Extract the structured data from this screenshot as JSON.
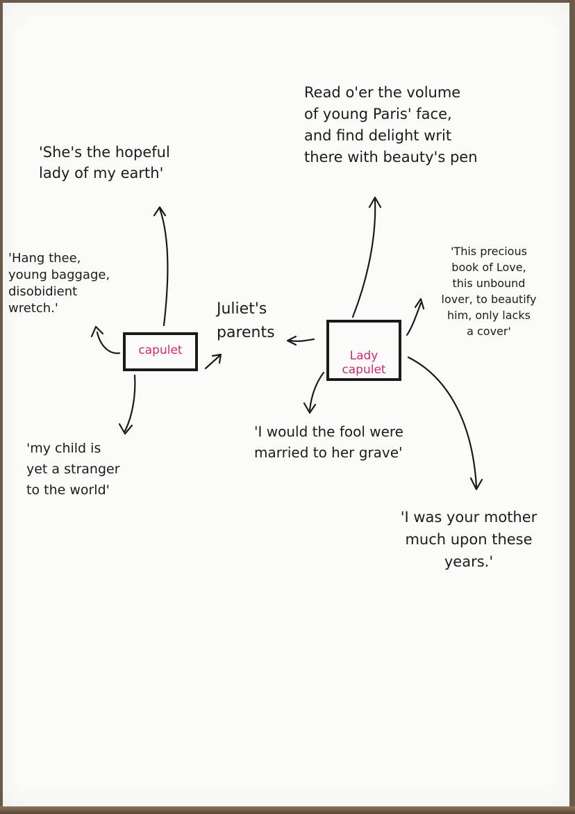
{
  "nodes": {
    "capulet": "capulet",
    "lady_capulet": "Lady\ncapulet",
    "parents": "Juliet's\nparents"
  },
  "quotes": {
    "hopeful": "'She's the hopeful\nlady of my earth'",
    "hang": "'Hang thee,\nyoung baggage,\ndisobidient\nwretch.'",
    "child": "'my child is\nyet a stranger\nto the world'",
    "volume": "Read o'er the volume\nof young Paris' face,\nand find delight writ\nthere with beauty's pen",
    "book": "'This precious\nbook of Love,\nthis unbound\nlover, to beautify\nhim, only lacks\na cover'",
    "fool": "'I would the fool were\nmarried to her grave'",
    "mother": "'I was your mother\nmuch upon these\nyears.'"
  },
  "colors": {
    "node_text": "#d02a72",
    "ink": "#1a1a1a",
    "paper": "#fbfbf9"
  }
}
